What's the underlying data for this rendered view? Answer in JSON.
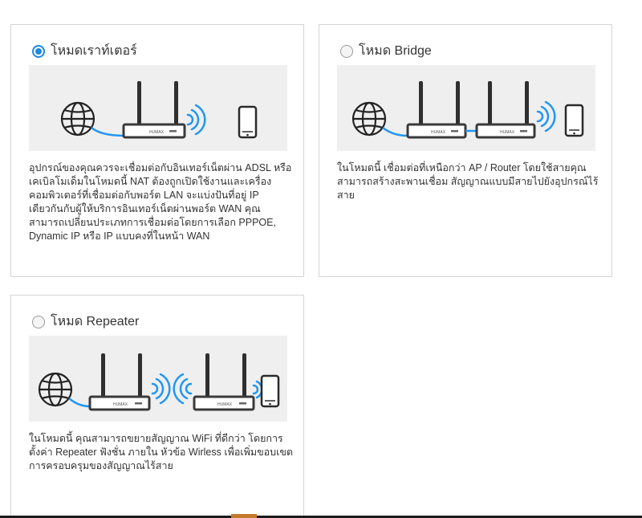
{
  "modes": {
    "router": {
      "label": "โหมดเราท์เตอร์",
      "selected": true,
      "description": "อุปกรณ์ของคุณควรจะเชื่อมต่อกับอินเทอร์เน็ตผ่าน ADSL หรือเคเบิลโมเด็มในโหมดนี้ NAT ต้องถูกเปิดใช้งานและเครื่องคอมพิวเตอร์ที่เชื่อมต่อกับพอร์ต LAN จะแบ่งปันที่อยู่ IP เดียวกันกับผู้ให้บริการอินเทอร์เน็ตผ่านพอร์ต WAN คุณสามารถเปลี่ยนประเภทการเชื่อมต่อโดยการเลือก PPPOE, Dynamic IP หรือ IP แบบคงที่ในหน้า WAN"
    },
    "bridge": {
      "label": "โหมด Bridge",
      "selected": false,
      "description": "ในโหมดนี้ เชื่อมต่อที่เหนือกว่า AP / Router โดยใช้สายคุณสามารถสร้างสะพานเชื่อม สัญญาณแบบมีสายไปยังอุปกรณ์ไร้สาย"
    },
    "repeater": {
      "label": "โหมด Repeater",
      "selected": false,
      "description": "ในโหมดนี้ คุณสามารถขยายสัญญาณ WiFi ที่ดีกว่า โดยการตั้งค่า Repeater ฟังชั่น ภายใน หัวข้อ Wirless เพื่อเพิ่มขอบเขตการครอบครุมของสัญญาณไร้สาย"
    }
  },
  "router_brand": "HUMAX",
  "icons": {
    "globe": "globe-icon",
    "router": "router-icon",
    "wifi": "wifi-signal-icon",
    "phone": "smartphone-icon"
  },
  "colors": {
    "accent": "#1e88e5",
    "cable": "#2196f3",
    "illustration_bg": "#efefef",
    "router_body": "#3a3a3a",
    "border": "#d5d5d5"
  }
}
